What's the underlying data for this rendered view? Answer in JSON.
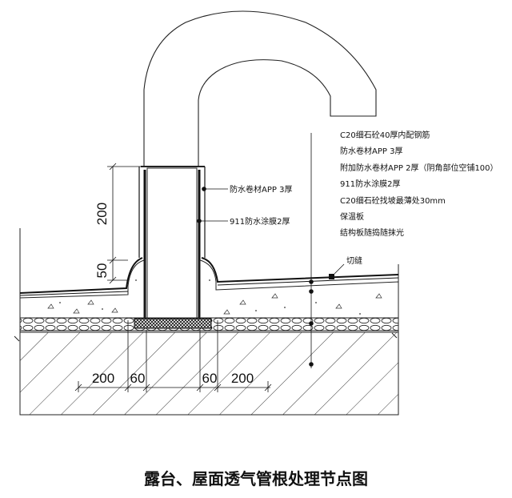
{
  "title": "露台、屋面透气管根处理节点图",
  "layer_labels": [
    "C20细石砼40厚内配钢筋",
    "防水卷材APP 3厚",
    "附加防水卷材APP 2厚（阴角部位空铺100）",
    "911防水涂膜2厚",
    "C20细石砼找坡最薄处30mm",
    "保温板",
    "结构板随捣随抹光"
  ],
  "pipe_labels": {
    "membrane": "防水卷材APP 3厚",
    "coating": "911防水涂膜2厚"
  },
  "cut_joint_label": "切缝",
  "dimensions": {
    "vertical": [
      "200",
      "50"
    ],
    "horizontal": [
      "200",
      "60",
      "60",
      "200"
    ]
  },
  "colors": {
    "line": "#111111",
    "background": "#ffffff"
  }
}
